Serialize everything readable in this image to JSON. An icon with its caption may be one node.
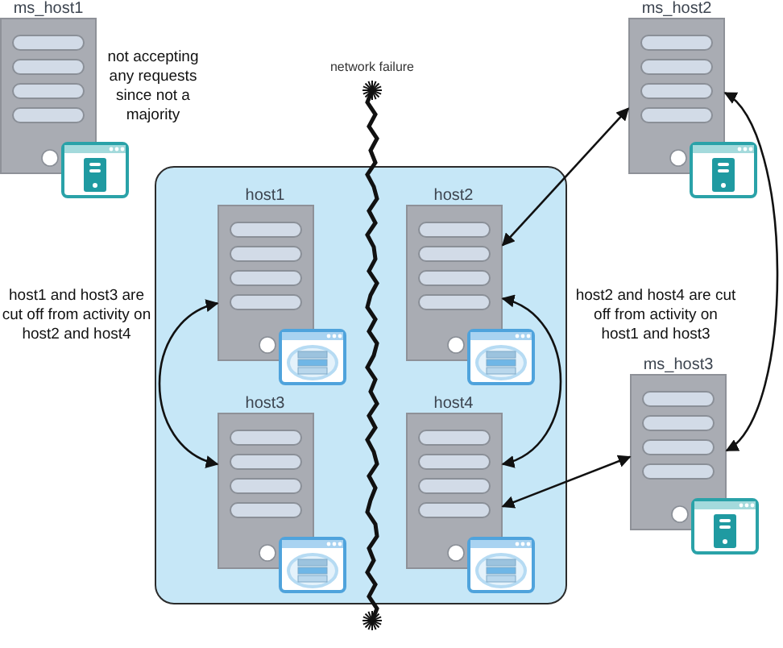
{
  "diagram": {
    "nodes": [
      {
        "text": [
          "ms_host1"
        ],
        "beside": [
          "not accepting any requests since not a majority"
        ]
      },
      {
        "text": [],
        "shape": "box"
      },
      {
        "text": [
          "host1"
        ],
        "in": 1
      },
      {
        "text": [
          "host2"
        ],
        "in": 1
      },
      {
        "text": [
          "host3"
        ],
        "in": 1
      },
      {
        "text": [
          "host4"
        ],
        "in": 1
      },
      {
        "text": [
          "ms_host2"
        ]
      },
      {
        "text": [
          "ms_host3"
        ]
      }
    ],
    "edges": [
      {
        "from": 6,
        "to": 3,
        "arrow": "both"
      },
      {
        "from": 7,
        "to": 5,
        "arrow": "both"
      },
      {
        "from": 2,
        "to": 4,
        "arrow": "both"
      },
      {
        "from": 3,
        "to": 5,
        "arrow": "both"
      },
      {
        "from": 6,
        "to": 7,
        "arrow": "both"
      }
    ],
    "labels": [
      "network failure",
      "host1 and host3 are cut off from activity on host2 and host4",
      "host2 and host4 are cut off from activity on host1 and host3"
    ]
  }
}
